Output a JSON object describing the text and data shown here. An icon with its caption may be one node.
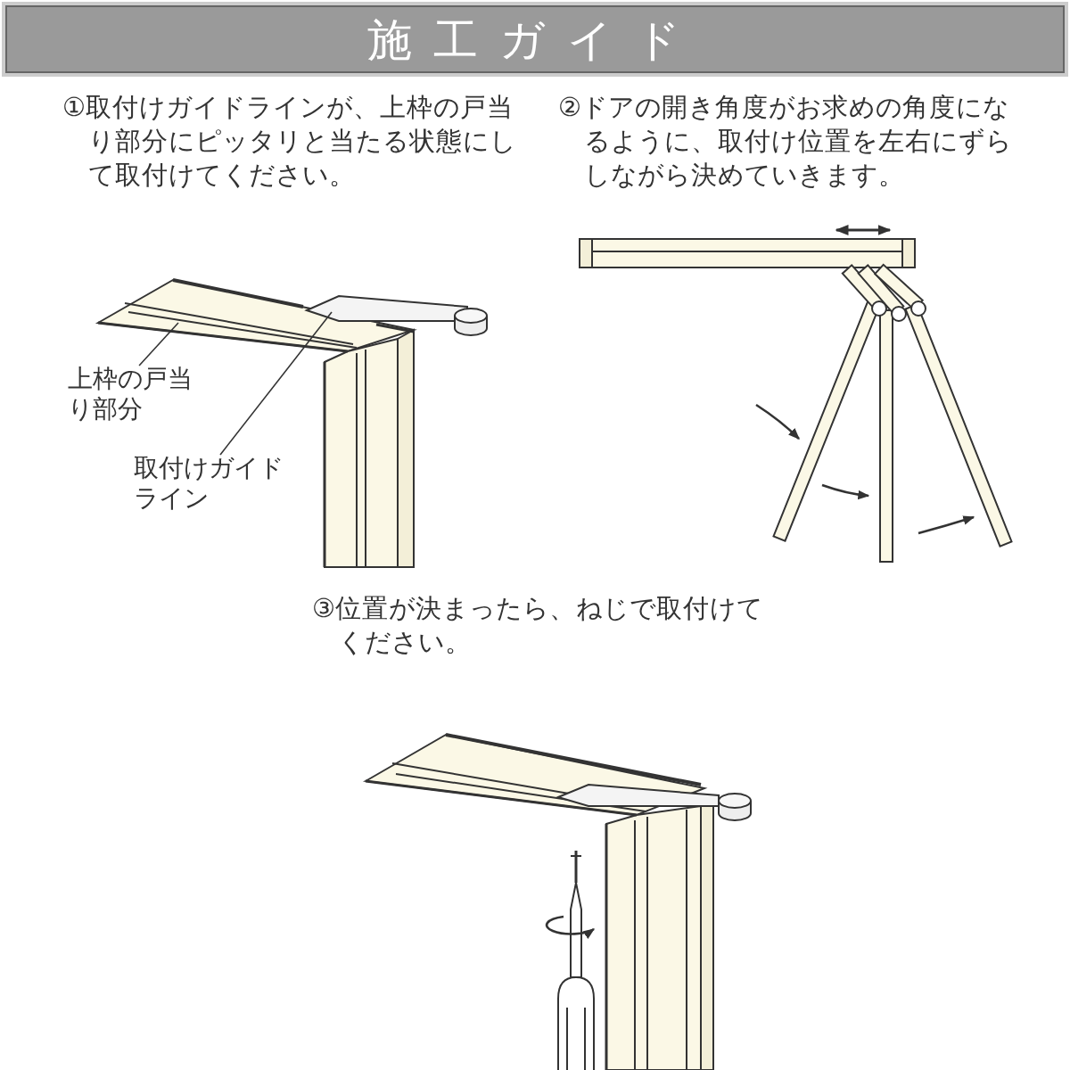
{
  "diagram": {
    "title": "施工ガイド",
    "nodes": [
      {
        "text": [
          "上枠の戸当り部分"
        ]
      },
      {
        "text": [
          "取付けガイドライン"
        ]
      }
    ],
    "edges": [
      {
        "from": 0,
        "to": null,
        "arrow": "none"
      },
      {
        "from": 1,
        "to": null,
        "arrow": "none"
      }
    ],
    "labels": [
      "①取付けガイドラインが、上枠の戸当り部分にピッタリと当たる状態にして取付けてください。",
      "②ドアの開き角度がお求めの角度になるように、取付け位置を左右にずらしながら決めていきます。",
      "③位置が決まったら、ねじで取付けてください。"
    ]
  }
}
